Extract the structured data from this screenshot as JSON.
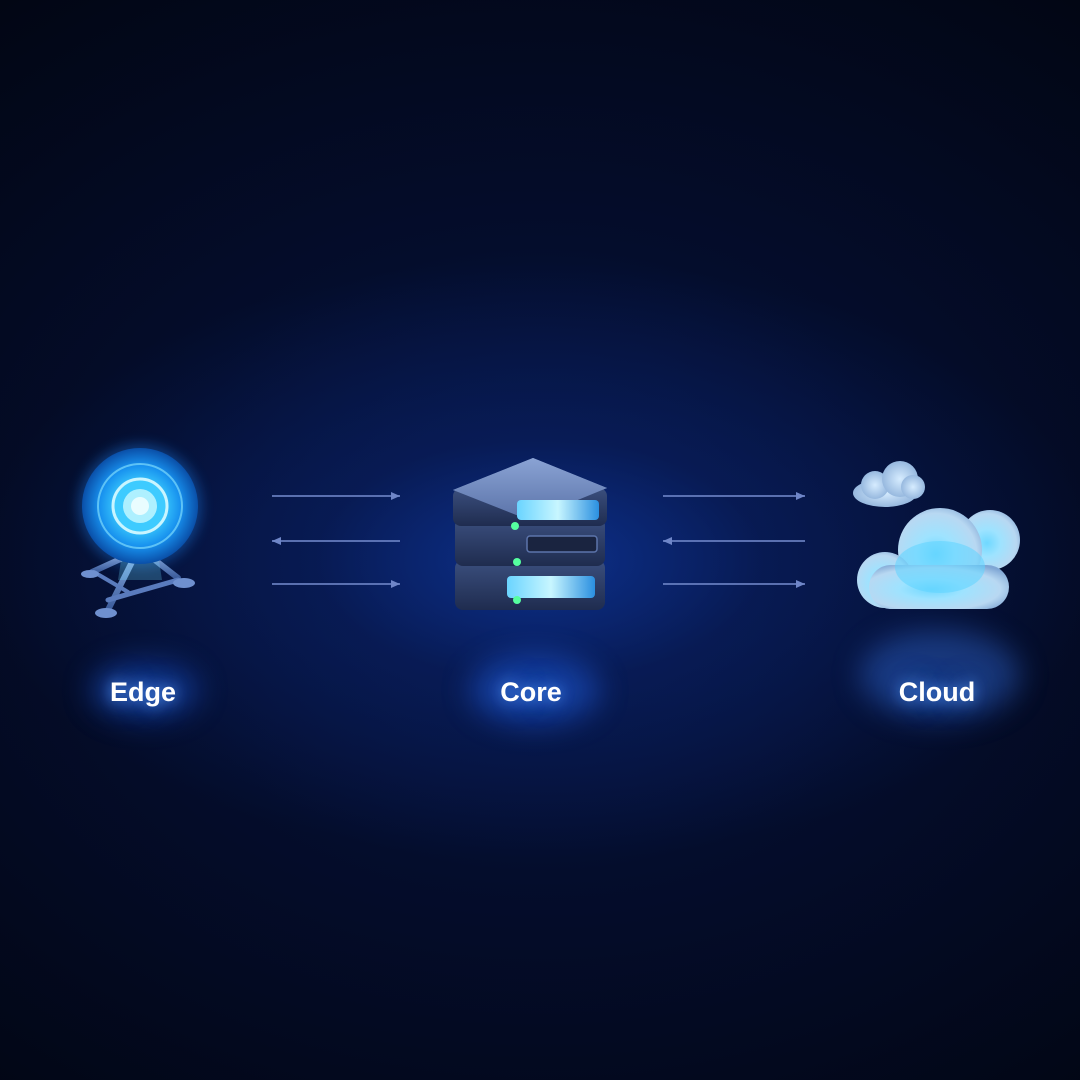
{
  "diagram": {
    "nodes": [
      {
        "id": "edge",
        "label": "Edge",
        "icon": "antenna-icon"
      },
      {
        "id": "core",
        "label": "Core",
        "icon": "server-stack-icon"
      },
      {
        "id": "cloud",
        "label": "Cloud",
        "icon": "cloud-icon"
      }
    ],
    "links": [
      {
        "from": "edge",
        "to": "core",
        "arrows": [
          "right",
          "left",
          "right"
        ]
      },
      {
        "from": "core",
        "to": "cloud",
        "arrows": [
          "right",
          "left",
          "right"
        ]
      }
    ]
  },
  "colors": {
    "background": "#020614",
    "glow": "#1b5cff",
    "arrow": "#6f86c8",
    "label": "#ffffff"
  }
}
